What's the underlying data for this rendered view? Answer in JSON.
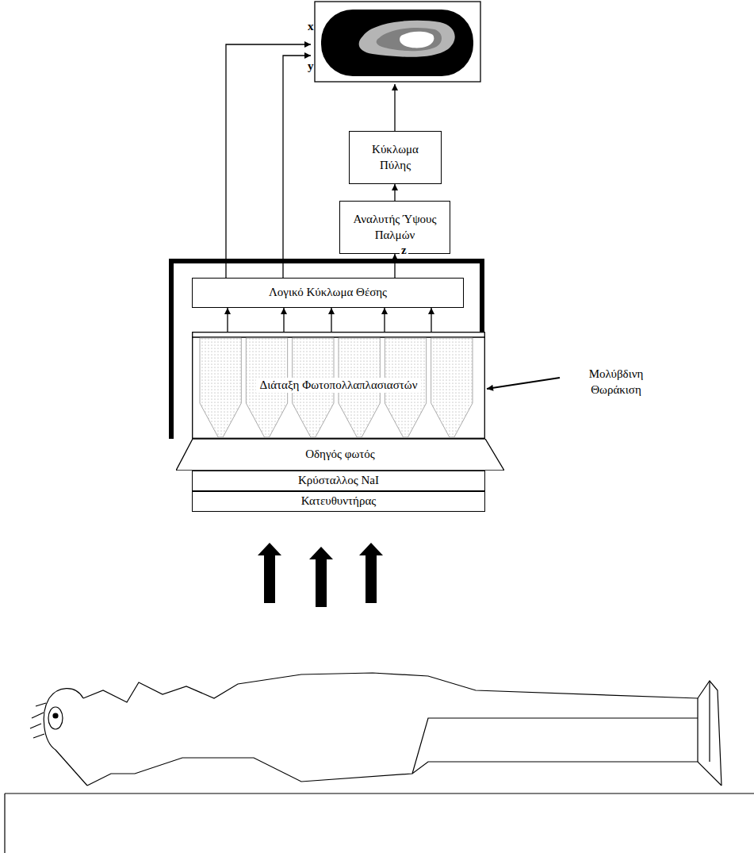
{
  "diagram": {
    "nodes": [
      {
        "text": [
          "Κύκλωμα Πύλης"
        ]
      },
      {
        "text": [
          "Αναλυτής Ύψους Παλμών"
        ]
      },
      {
        "text": [
          "Λογικό Κύκλωμα Θέσης"
        ]
      },
      {
        "text": [
          "Διάταξη Φωτοπολλαπλασιαστών"
        ]
      },
      {
        "text": [
          "Οδηγός φωτός"
        ]
      },
      {
        "text": [
          "Κρύσταλλος NaI"
        ]
      },
      {
        "text": [
          "Κατευθυντήρας"
        ]
      }
    ],
    "edges": [
      {
        "from": 1,
        "to": 0,
        "arrow": "to"
      },
      {
        "from": 2,
        "to": 1,
        "label": "z",
        "arrow": "to"
      },
      {
        "from": 3,
        "to": 2,
        "arrow": "to"
      },
      {
        "from": 3,
        "to": 2,
        "arrow": "to"
      },
      {
        "from": 3,
        "to": 2,
        "arrow": "to"
      },
      {
        "from": 3,
        "to": 2,
        "arrow": "to"
      },
      {
        "from": 3,
        "to": 2,
        "arrow": "to"
      }
    ],
    "labels": [
      "x",
      "y",
      "Μολύβδινη Θωράκιση"
    ]
  }
}
